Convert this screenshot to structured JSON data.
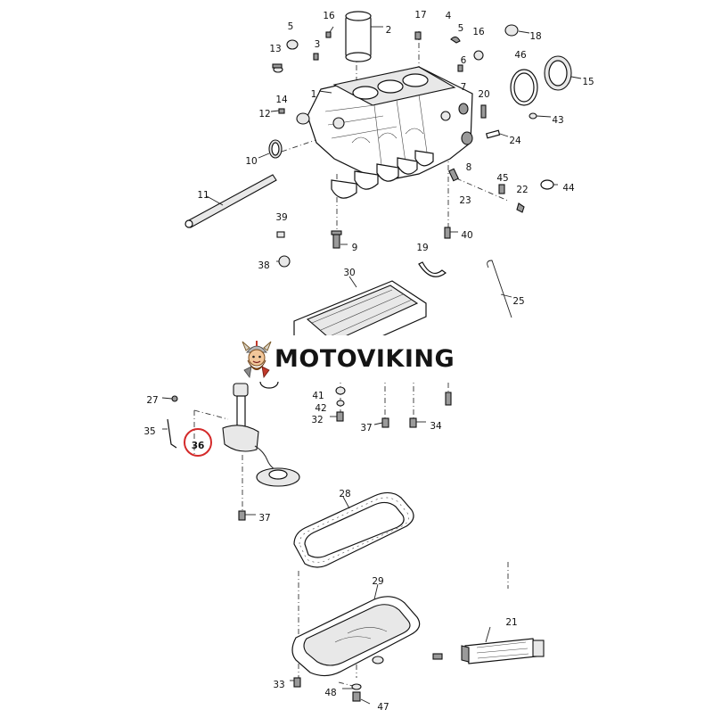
{
  "brand": {
    "watermark_text": "MOTOVIKING",
    "logo_icon": "viking-mascot-icon"
  },
  "highlight": {
    "part_label": "36",
    "color": "#d42a2a"
  },
  "callouts": [
    {
      "id": "c1",
      "label": "1"
    },
    {
      "id": "c2",
      "label": "2"
    },
    {
      "id": "c3",
      "label": "3"
    },
    {
      "id": "c4",
      "label": "4"
    },
    {
      "id": "c5a",
      "label": "5"
    },
    {
      "id": "c5b",
      "label": "5"
    },
    {
      "id": "c6",
      "label": "6"
    },
    {
      "id": "c7",
      "label": "7"
    },
    {
      "id": "c8",
      "label": "8"
    },
    {
      "id": "c9",
      "label": "9"
    },
    {
      "id": "c10",
      "label": "10"
    },
    {
      "id": "c11",
      "label": "11"
    },
    {
      "id": "c12",
      "label": "12"
    },
    {
      "id": "c13",
      "label": "13"
    },
    {
      "id": "c14",
      "label": "14"
    },
    {
      "id": "c15",
      "label": "15"
    },
    {
      "id": "c16a",
      "label": "16"
    },
    {
      "id": "c16b",
      "label": "16"
    },
    {
      "id": "c17",
      "label": "17"
    },
    {
      "id": "c18",
      "label": "18"
    },
    {
      "id": "c19",
      "label": "19"
    },
    {
      "id": "c20",
      "label": "20"
    },
    {
      "id": "c21",
      "label": "21"
    },
    {
      "id": "c22",
      "label": "22"
    },
    {
      "id": "c23",
      "label": "23"
    },
    {
      "id": "c24",
      "label": "24"
    },
    {
      "id": "c25",
      "label": "25"
    },
    {
      "id": "c27",
      "label": "27"
    },
    {
      "id": "c28",
      "label": "28"
    },
    {
      "id": "c29",
      "label": "29"
    },
    {
      "id": "c30",
      "label": "30"
    },
    {
      "id": "c32",
      "label": "32"
    },
    {
      "id": "c33",
      "label": "33"
    },
    {
      "id": "c34",
      "label": "34"
    },
    {
      "id": "c35",
      "label": "35"
    },
    {
      "id": "c36",
      "label": "36"
    },
    {
      "id": "c37a",
      "label": "37"
    },
    {
      "id": "c37b",
      "label": "37"
    },
    {
      "id": "c38",
      "label": "38"
    },
    {
      "id": "c39",
      "label": "39"
    },
    {
      "id": "c40",
      "label": "40"
    },
    {
      "id": "c41",
      "label": "41"
    },
    {
      "id": "c42",
      "label": "42"
    },
    {
      "id": "c43",
      "label": "43"
    },
    {
      "id": "c44",
      "label": "44"
    },
    {
      "id": "c45",
      "label": "45"
    },
    {
      "id": "c46",
      "label": "46"
    },
    {
      "id": "c47",
      "label": "47"
    },
    {
      "id": "c48",
      "label": "48"
    }
  ]
}
